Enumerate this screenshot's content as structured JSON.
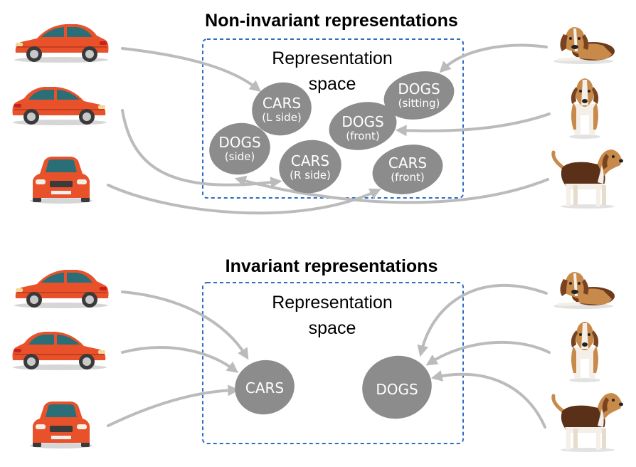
{
  "panels": {
    "top": {
      "title": "Non-invariant representations",
      "space_label": [
        "Representation",
        "space"
      ],
      "clusters": [
        {
          "name": "CARS",
          "sub": "(L side)"
        },
        {
          "name": "DOGS",
          "sub": "(sitting)"
        },
        {
          "name": "DOGS",
          "sub": "(front)"
        },
        {
          "name": "DOGS",
          "sub": "(side)"
        },
        {
          "name": "CARS",
          "sub": "(R side)"
        },
        {
          "name": "CARS",
          "sub": "(front)"
        }
      ]
    },
    "bottom": {
      "title": "Invariant representations",
      "space_label": [
        "Representation",
        "space"
      ],
      "clusters": [
        {
          "name": "CARS"
        },
        {
          "name": "DOGS"
        }
      ]
    }
  },
  "images": {
    "cars": [
      "red car, left side view",
      "red car, right side view",
      "red car, front view"
    ],
    "dogs": [
      "beagle lying down",
      "beagle sitting, front view",
      "beagle standing, side view"
    ]
  },
  "colors": {
    "car_body": "#e8512a",
    "cluster_fill": "#8c8c8c",
    "arrow": "#bbbbbb",
    "dashed_box": "#2e6bc6"
  }
}
